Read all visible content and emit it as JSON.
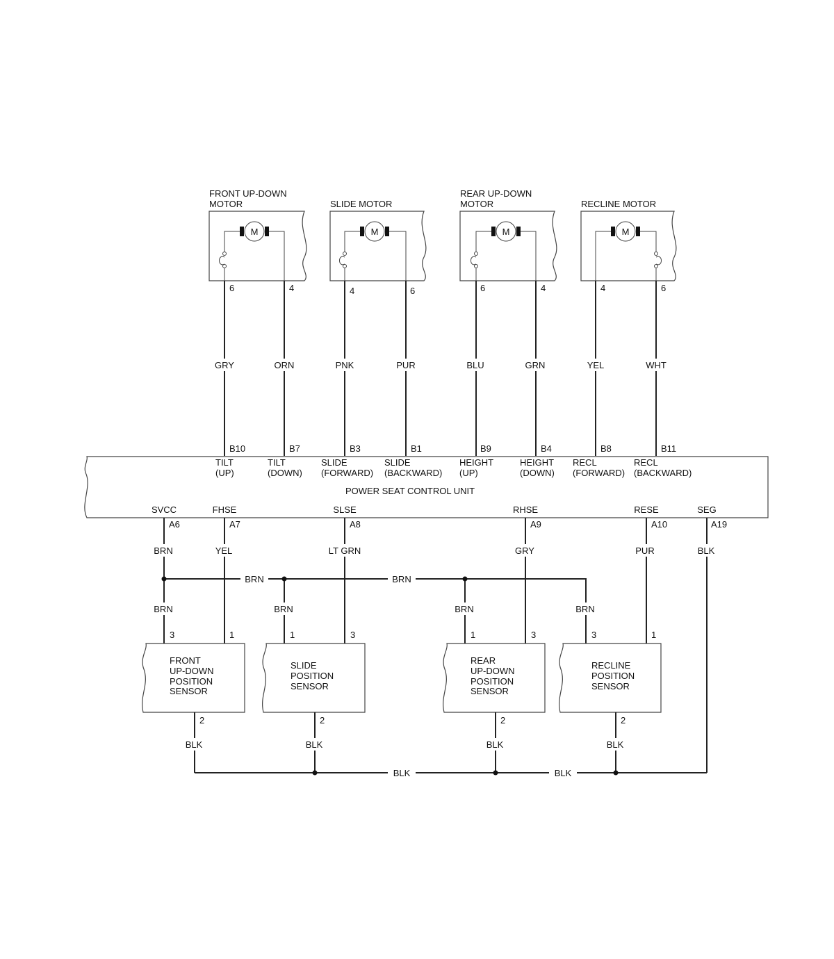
{
  "motors": [
    {
      "title": "FRONT UP-DOWN",
      "title2": "MOTOR",
      "pin_left": "6",
      "pin_right": "4",
      "wire_left": "GRY",
      "wire_right": "ORN",
      "conn_left": "B10",
      "conn_right": "B7"
    },
    {
      "title": "SLIDE MOTOR",
      "title2": "",
      "pin_left": "4",
      "pin_right": "6",
      "wire_left": "PNK",
      "wire_right": "PUR",
      "conn_left": "B3",
      "conn_right": "B1"
    },
    {
      "title": "REAR UP-DOWN",
      "title2": "MOTOR",
      "pin_left": "6",
      "pin_right": "4",
      "wire_left": "BLU",
      "wire_right": "GRN",
      "conn_left": "B9",
      "conn_right": "B4"
    },
    {
      "title": "RECLINE MOTOR",
      "title2": "",
      "pin_left": "4",
      "pin_right": "6",
      "wire_left": "YEL",
      "wire_right": "WHT",
      "conn_left": "B8",
      "conn_right": "B11"
    }
  ],
  "motor_symbol": "M",
  "control_unit": {
    "name": "POWER SEAT CONTROL UNIT",
    "top_terminals": [
      {
        "l1": "TILT",
        "l2": "(UP)"
      },
      {
        "l1": "TILT",
        "l2": "(DOWN)"
      },
      {
        "l1": "SLIDE",
        "l2": "(FORWARD)"
      },
      {
        "l1": "SLIDE",
        "l2": "(BACKWARD)"
      },
      {
        "l1": "HEIGHT",
        "l2": "(UP)"
      },
      {
        "l1": "HEIGHT",
        "l2": "(DOWN)"
      },
      {
        "l1": "RECL",
        "l2": "(FORWARD)"
      },
      {
        "l1": "RECL",
        "l2": "(BACKWARD)"
      }
    ],
    "bottom_terminals": [
      {
        "name": "SVCC",
        "conn": "A6",
        "wire": "BRN"
      },
      {
        "name": "FHSE",
        "conn": "A7",
        "wire": "YEL"
      },
      {
        "name": "SLSE",
        "conn": "A8",
        "wire": "LT GRN"
      },
      {
        "name": "RHSE",
        "conn": "A9",
        "wire": "GRY"
      },
      {
        "name": "RESE",
        "conn": "A10",
        "wire": "PUR"
      },
      {
        "name": "SEG",
        "conn": "A19",
        "wire": "BLK"
      }
    ]
  },
  "bus": {
    "brn1": "BRN",
    "brn2": "BRN",
    "blk1": "BLK",
    "blk2": "BLK"
  },
  "sensors": [
    {
      "l1": "FRONT",
      "l2": "UP-DOWN",
      "l3": "POSITION",
      "l4": "SENSOR",
      "pin_a": "3",
      "pin_b": "1",
      "pin_g": "2",
      "wire_a": "BRN",
      "wire_g": "BLK"
    },
    {
      "l1": "SLIDE",
      "l2": "POSITION",
      "l3": "SENSOR",
      "l4": "",
      "pin_a": "1",
      "pin_b": "3",
      "pin_g": "2",
      "wire_a": "BRN",
      "wire_g": "BLK"
    },
    {
      "l1": "REAR",
      "l2": "UP-DOWN",
      "l3": "POSITION",
      "l4": "SENSOR",
      "pin_a": "1",
      "pin_b": "3",
      "pin_g": "2",
      "wire_a": "BRN",
      "wire_g": "BLK"
    },
    {
      "l1": "RECLINE",
      "l2": "POSITION",
      "l3": "SENSOR",
      "l4": "",
      "pin_a": "3",
      "pin_b": "1",
      "pin_g": "2",
      "wire_a": "BRN",
      "wire_g": "BLK"
    }
  ]
}
